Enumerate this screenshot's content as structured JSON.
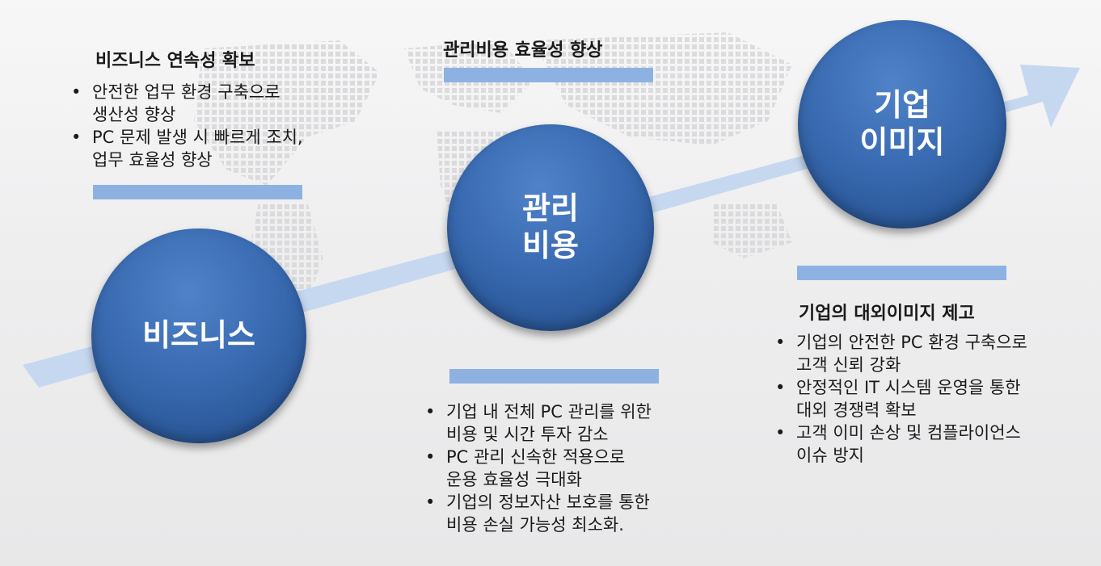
{
  "colors": {
    "circle": "#3a6bb2",
    "bar": "#8db2e2",
    "arrow": "#c6d8f0"
  },
  "stages": [
    {
      "circle_label": "비즈니스",
      "title": "비즈니스 연속성 확보",
      "bullets": [
        "안전한 업무 환경 구축으로\n생산성 향상",
        "PC 문제 발생 시  빠르게 조치,\n업무 효율성 향상"
      ]
    },
    {
      "circle_label_line1": "관리",
      "circle_label_line2": "비용",
      "title": "관리비용 효율성 향상",
      "bullets": [
        "기업 내 전체 PC 관리를 위한\n비용 및 시간 투자 감소",
        "PC 관리 신속한 적용으로\n운용 효율성 극대화",
        "기업의 정보자산 보호를 통한\n비용 손실 가능성 최소화."
      ]
    },
    {
      "circle_label_line1": "기업",
      "circle_label_line2": "이미지",
      "title": "기업의 대외이미지 제고",
      "bullets": [
        "기업의 안전한 PC 환경 구축으로\n고객 신뢰 강화",
        "안정적인 IT 시스템 운영을 통한\n대외 경쟁력 확보",
        "고객 이미 손상 및 컴플라이언스\n이슈 방지"
      ]
    }
  ]
}
